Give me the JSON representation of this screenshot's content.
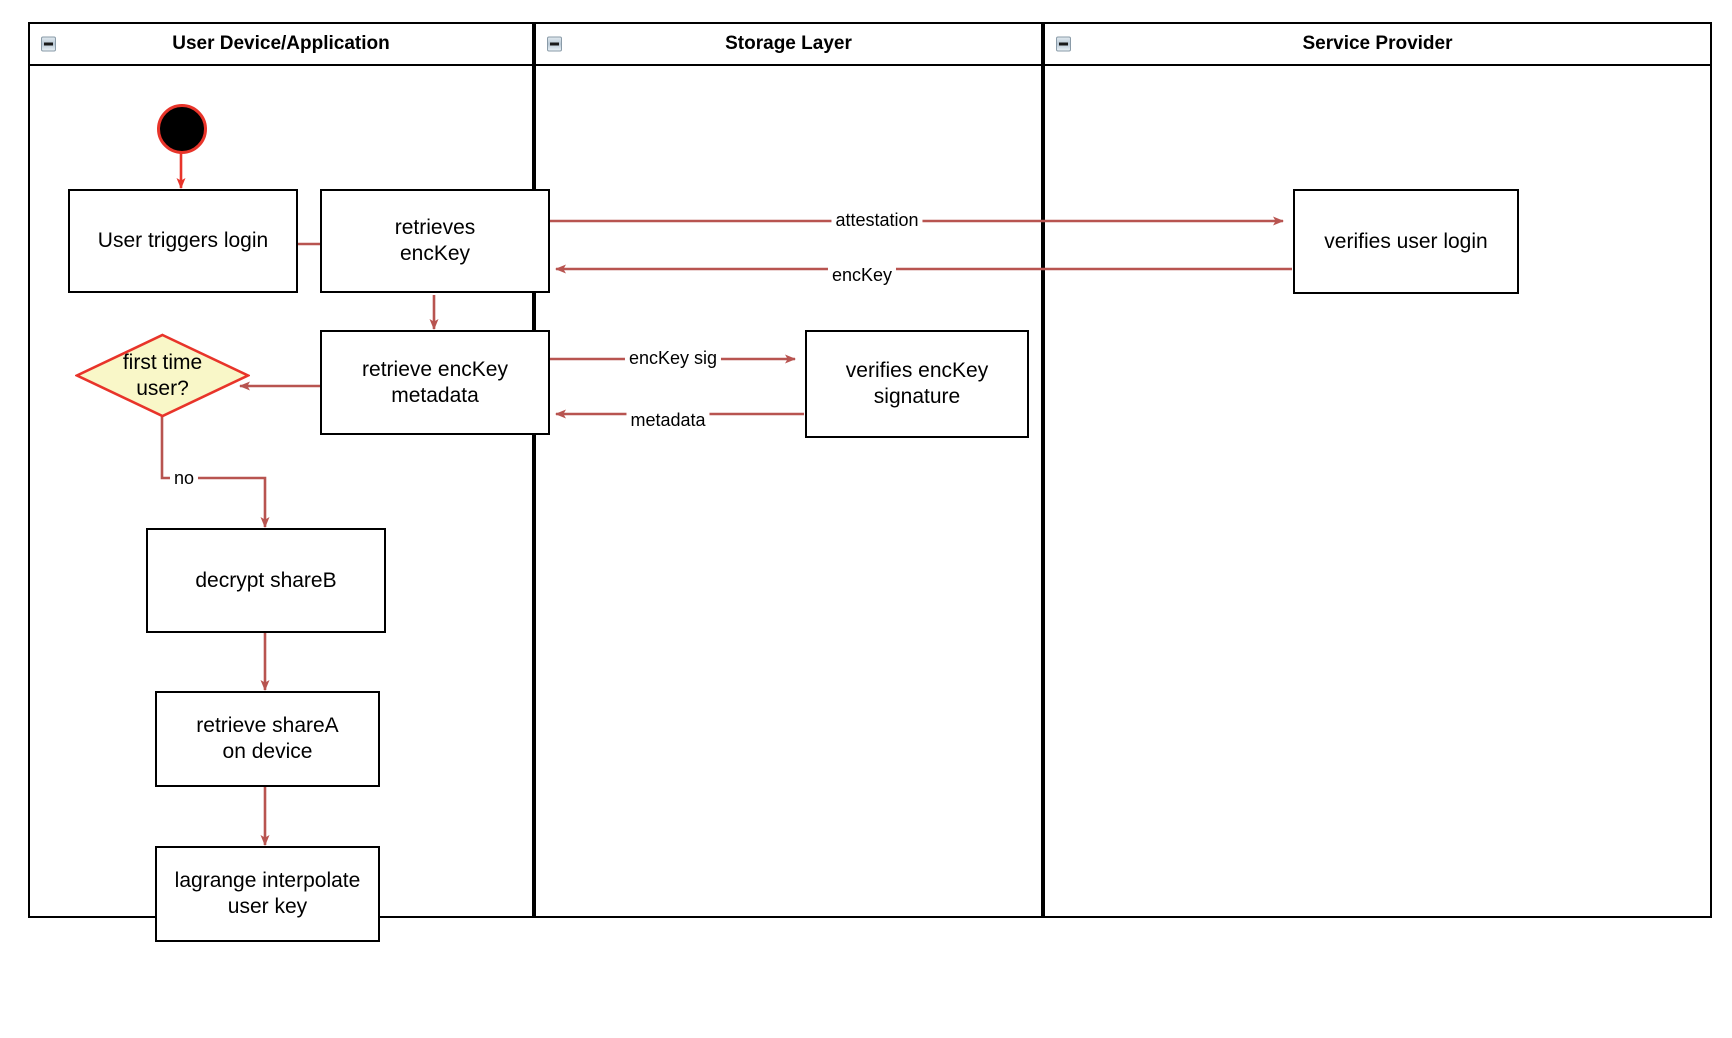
{
  "diagram": {
    "type": "swimlane-activity-diagram",
    "colors": {
      "lane_border": "#000000",
      "node_border": "#000000",
      "node_fill": "#ffffff",
      "edge": "#b85450",
      "start_ring": "#e8342a",
      "decision_fill": "#f9f7c8",
      "decision_border": "#e8342a",
      "text": "#000000"
    },
    "lanes": [
      {
        "id": "user-device",
        "title": "User Device/Application",
        "collapse_icon": "collapse-minus-icon"
      },
      {
        "id": "storage-layer",
        "title": "Storage Layer",
        "collapse_icon": "collapse-minus-icon"
      },
      {
        "id": "service-provider",
        "title": "Service Provider",
        "collapse_icon": "collapse-minus-icon"
      }
    ],
    "nodes": [
      {
        "id": "start",
        "lane": "user-device",
        "shape": "start-circle",
        "label": ""
      },
      {
        "id": "user-triggers-login",
        "lane": "user-device",
        "shape": "rect",
        "label": "User triggers login"
      },
      {
        "id": "retrieves-enckey",
        "lane": "user-device",
        "shape": "rect",
        "label": "retrieves\nencKey"
      },
      {
        "id": "retrieve-enckey-metadata",
        "lane": "user-device",
        "shape": "rect",
        "label": "retrieve encKey\nmetadata"
      },
      {
        "id": "first-time-user",
        "lane": "user-device",
        "shape": "diamond",
        "label": "first time\nuser?"
      },
      {
        "id": "decrypt-shareb",
        "lane": "user-device",
        "shape": "rect",
        "label": "decrypt shareB"
      },
      {
        "id": "retrieve-sharea-on-device",
        "lane": "user-device",
        "shape": "rect",
        "label": "retrieve shareA\non device"
      },
      {
        "id": "lagrange-interpolate-user-key",
        "lane": "user-device",
        "shape": "rect",
        "label": "lagrange interpolate\nuser key"
      },
      {
        "id": "verifies-enckey-signature",
        "lane": "storage-layer",
        "shape": "rect",
        "label": "verifies encKey\nsignature"
      },
      {
        "id": "verifies-user-login",
        "lane": "service-provider",
        "shape": "rect",
        "label": "verifies user login"
      }
    ],
    "edges": [
      {
        "from": "start",
        "to": "user-triggers-login",
        "label": ""
      },
      {
        "from": "user-triggers-login",
        "to": "retrieves-enckey",
        "label": ""
      },
      {
        "from": "retrieves-enckey",
        "to": "verifies-user-login",
        "label": "attestation"
      },
      {
        "from": "verifies-user-login",
        "to": "retrieves-enckey",
        "label": "encKey"
      },
      {
        "from": "retrieves-enckey",
        "to": "retrieve-enckey-metadata",
        "label": ""
      },
      {
        "from": "retrieve-enckey-metadata",
        "to": "verifies-enckey-signature",
        "label": "encKey sig"
      },
      {
        "from": "verifies-enckey-signature",
        "to": "retrieve-enckey-metadata",
        "label": "metadata"
      },
      {
        "from": "retrieve-enckey-metadata",
        "to": "first-time-user",
        "label": ""
      },
      {
        "from": "first-time-user",
        "to": "decrypt-shareb",
        "label": "no"
      },
      {
        "from": "decrypt-shareb",
        "to": "retrieve-sharea-on-device",
        "label": ""
      },
      {
        "from": "retrieve-sharea-on-device",
        "to": "lagrange-interpolate-user-key",
        "label": ""
      }
    ],
    "edge_labels": {
      "attestation": "attestation",
      "enckey": "encKey",
      "enckey_sig": "encKey sig",
      "metadata": "metadata",
      "no": "no"
    }
  }
}
